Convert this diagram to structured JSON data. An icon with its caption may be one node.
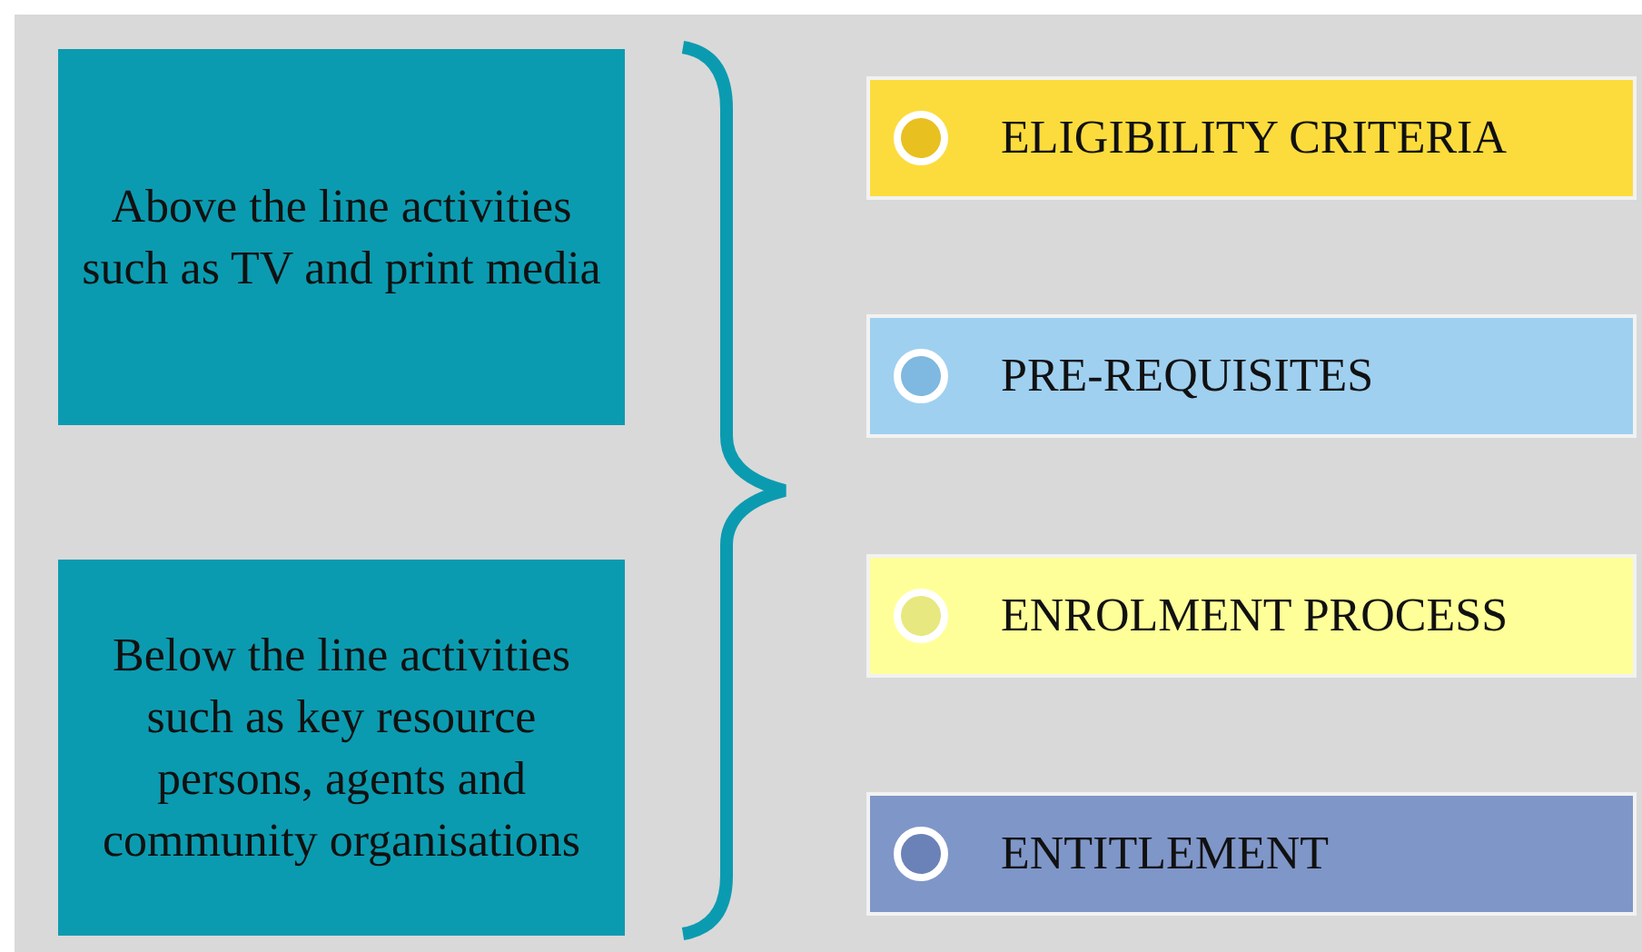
{
  "diagram": {
    "nodes": [
      {
        "text": [
          "Above the line activities such as TV and print media"
        ]
      },
      {
        "text": [
          "Below the line activities such as key resource persons, agents and community organisations"
        ]
      },
      {
        "text": [
          "ELIGIBILITY CRITERIA"
        ]
      },
      {
        "text": [
          "PRE-REQUISITES"
        ]
      },
      {
        "text": [
          "ENROLMENT PROCESS"
        ]
      },
      {
        "text": [
          "ENTITLEMENT"
        ]
      }
    ]
  }
}
